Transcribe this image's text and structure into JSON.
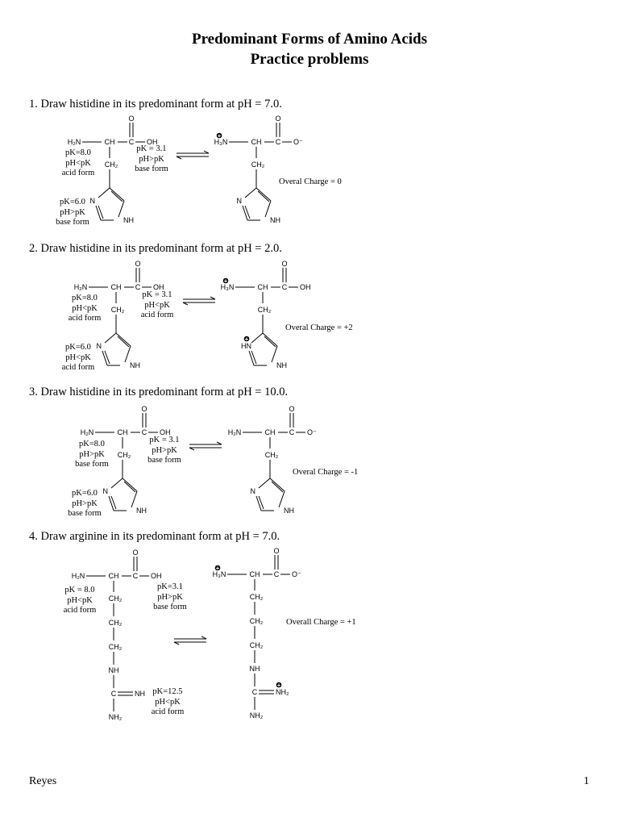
{
  "header": {
    "title_line1": "Predominant Forms of Amino Acids",
    "title_line2": "Practice problems"
  },
  "problems": [
    {
      "question": "1. Draw histidine in its predominant form at pH = 7.0.",
      "amine_label": [
        "pK=8.0",
        "pH<pK",
        "acid form"
      ],
      "carboxyl_label": [
        "pK = 3.1",
        "pH>pK",
        "base form"
      ],
      "side_label": [
        "pK=6.0",
        "pH>pK",
        "base form"
      ],
      "charge": "Overal Charge = 0"
    },
    {
      "question": "2. Draw histidine in its predominant form at pH = 2.0.",
      "amine_label": [
        "pK=8.0",
        "pH<pK",
        "acid form"
      ],
      "carboxyl_label": [
        "pK = 3.1",
        "pH<pK",
        "acid form"
      ],
      "side_label": [
        "pK=6.0",
        "pH<pK",
        "acid form"
      ],
      "charge": "Overal Charge = +2"
    },
    {
      "question": "3. Draw histidine in its predominant form at pH = 10.0.",
      "amine_label": [
        "pK=8.0",
        "pH>pK",
        "base form"
      ],
      "carboxyl_label": [
        "pK = 3.1",
        "pH>pK",
        "base form"
      ],
      "side_label": [
        "pK=6.0",
        "pH>pK",
        "base form"
      ],
      "charge": "Overal Charge = -1"
    },
    {
      "question": "4. Draw arginine in its predominant form at pH = 7.0.",
      "amine_label": [
        "pK = 8.0",
        "pH<pK",
        "acid form"
      ],
      "carboxyl_label": [
        "pK=3.1",
        "pH>pK",
        "base form"
      ],
      "side_label": [
        "pK=12.5",
        "pH<pK",
        "acid form"
      ],
      "charge": "Overall Charge = +1"
    }
  ],
  "chem": {
    "h2n": "H₂N",
    "h3n": "H₃N",
    "ch": "CH",
    "c": "C",
    "o": "O",
    "oh": "OH",
    "o_minus": "O⁻",
    "ch2": "CH₂",
    "n": "N",
    "nh": "NH",
    "hn": "HN",
    "nh2": "NH₂",
    "plus": "+"
  },
  "footer": {
    "author": "Reyes",
    "page": "1"
  }
}
